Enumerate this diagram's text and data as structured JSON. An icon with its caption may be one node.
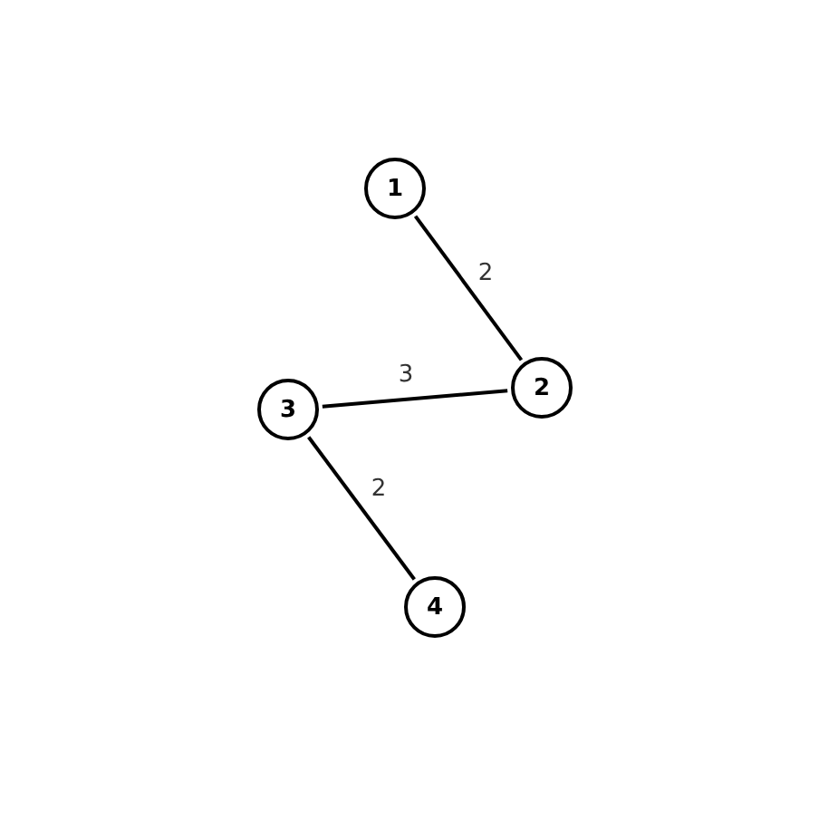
{
  "diagram": {
    "nodes": [
      {
        "text": [
          "1"
        ]
      },
      {
        "text": [
          "2"
        ]
      },
      {
        "text": [
          "3"
        ]
      },
      {
        "text": [
          "4"
        ]
      }
    ],
    "edges": [
      {
        "from": 0,
        "to": 1,
        "arrow": "none",
        "label": "2"
      },
      {
        "from": 1,
        "to": 2,
        "arrow": "none",
        "label": "3"
      },
      {
        "from": 2,
        "to": 3,
        "arrow": "none",
        "label": "2"
      }
    ]
  }
}
